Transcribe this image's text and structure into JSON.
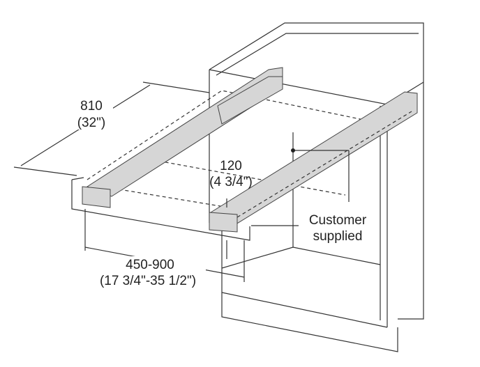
{
  "diagram": {
    "depth_label": "810",
    "depth_label_in": "(32\")",
    "height_label": "120",
    "height_label_in": "(4 3/4\")",
    "callout_line1": "Customer",
    "callout_line2": "supplied",
    "width_label": "450-900",
    "width_label_in": "(17 3/4\"-35 1/2\")"
  }
}
